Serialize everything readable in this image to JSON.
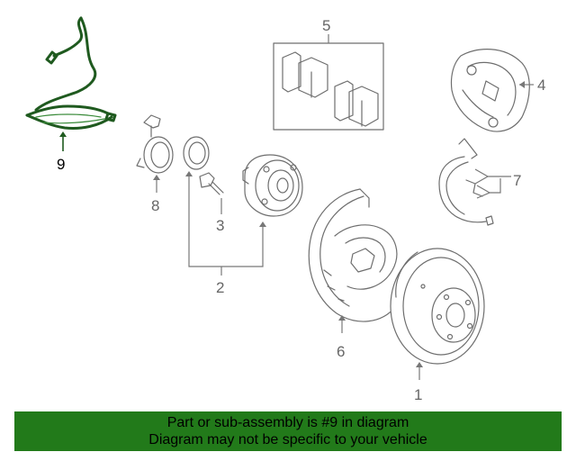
{
  "callouts": {
    "c1": "1",
    "c2": "2",
    "c3": "3",
    "c4": "4",
    "c5": "5",
    "c6": "6",
    "c7": "7",
    "c8": "8",
    "c9": "9"
  },
  "banner": {
    "line1": "Part or sub-assembly is #9 in diagram",
    "line2": "Diagram may not be specific to your vehicle"
  },
  "colors": {
    "highlight": "#1f5a1f",
    "banner_bg": "#227a1a"
  }
}
